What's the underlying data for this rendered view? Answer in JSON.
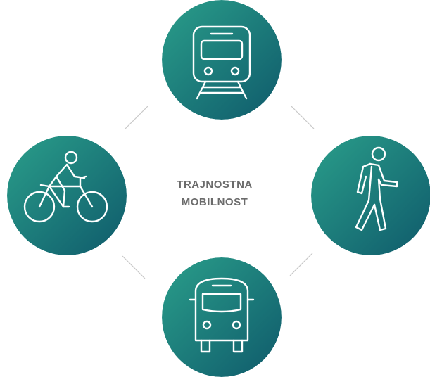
{
  "center": {
    "line1": "TRAJNOSTNA",
    "line2": "MOBILNOST"
  },
  "nodes": [
    {
      "id": "train",
      "icon": "train-icon"
    },
    {
      "id": "bicycle",
      "icon": "bicycle-icon"
    },
    {
      "id": "walk",
      "icon": "pedestrian-icon"
    },
    {
      "id": "bus",
      "icon": "bus-icon"
    }
  ],
  "colors": {
    "gradient_start": "#2a9e8a",
    "gradient_end": "#0f5a6b",
    "icon_stroke": "#ffffff",
    "connector": "#c8c8c8",
    "label": "#6b6b6b"
  }
}
